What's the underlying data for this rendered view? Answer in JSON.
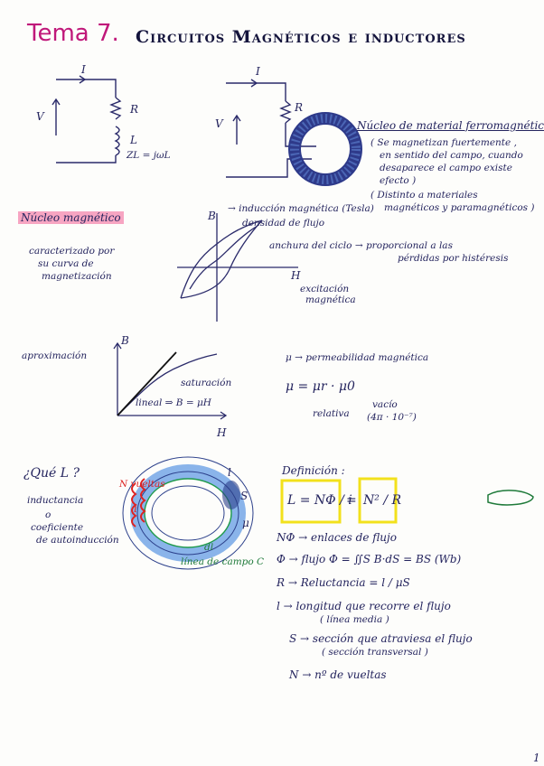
{
  "header": {
    "title": "Tema 7.",
    "subtitle": "Circuitos Magnéticos e inductores"
  },
  "circuit1": {
    "current": "I",
    "voltage": "V",
    "r": "R",
    "l": "L",
    "zl": "ZL = jωL"
  },
  "circuit2": {
    "current": "I",
    "voltage": "V",
    "r": "R"
  },
  "core_note": {
    "title": "Núcleo de material ferromagnético",
    "line1": "( Se magnetizan fuertemente ,",
    "line2": "en sentido del campo, cuando",
    "line3": "desaparece el campo existe",
    "line4": "efecto )",
    "line5": "( Distinto a materiales",
    "line6": "magnéticos y paramagnéticos )"
  },
  "hysteresis": {
    "label_b": "B",
    "label_h": "H",
    "b_desc1": "→ inducción magnética (Tesla)",
    "b_desc2": "densidad de flujo",
    "width_desc": "anchura del ciclo → proporcional a las",
    "width_desc2": "pérdidas por histéresis",
    "h_desc1": "excitación",
    "h_desc2": "magnética"
  },
  "nucleo": {
    "label": "Núcleo magnético",
    "desc1": "caracterizado por",
    "desc2": "su curva de",
    "desc3": "magnetización"
  },
  "approx": {
    "label": "aproximación",
    "b": "B",
    "h": "H",
    "saturacion": "saturación",
    "lineal": "lineal ⇒ B = μH"
  },
  "permeability": {
    "mu": "μ → permeabilidad magnética",
    "formula": "μ = μr · μ0",
    "relativa": "relativa",
    "vacio": "vacío",
    "vacio_val": "(4π · 10⁻⁷)"
  },
  "question": {
    "title": "¿Qué L ?",
    "ind": "inductancia",
    "o": "o",
    "coef1": "coeficiente",
    "coef2": "de autoinducción"
  },
  "toroid": {
    "n_vueltas": "N vueltas",
    "l": "l",
    "s": "S",
    "mu": "μ",
    "i": "i",
    "linea": "línea de campo C",
    "dl": "dl"
  },
  "definition": {
    "label": "Definición :",
    "formula1": "L = NΦ / i",
    "eq": "=",
    "formula2": "N² / R"
  },
  "defs": [
    "NΦ → enlaces de flujo",
    "Φ → flujo   Φ = ∬S B·dS = BS  (Wb)",
    "R → Reluctancia = l / μS",
    "l → longitud que recorre el flujo",
    "( línea media )",
    "S → sección que atraviesa el flujo",
    "( sección transversal )",
    "N → nº de vueltas"
  ],
  "page_number": "1"
}
